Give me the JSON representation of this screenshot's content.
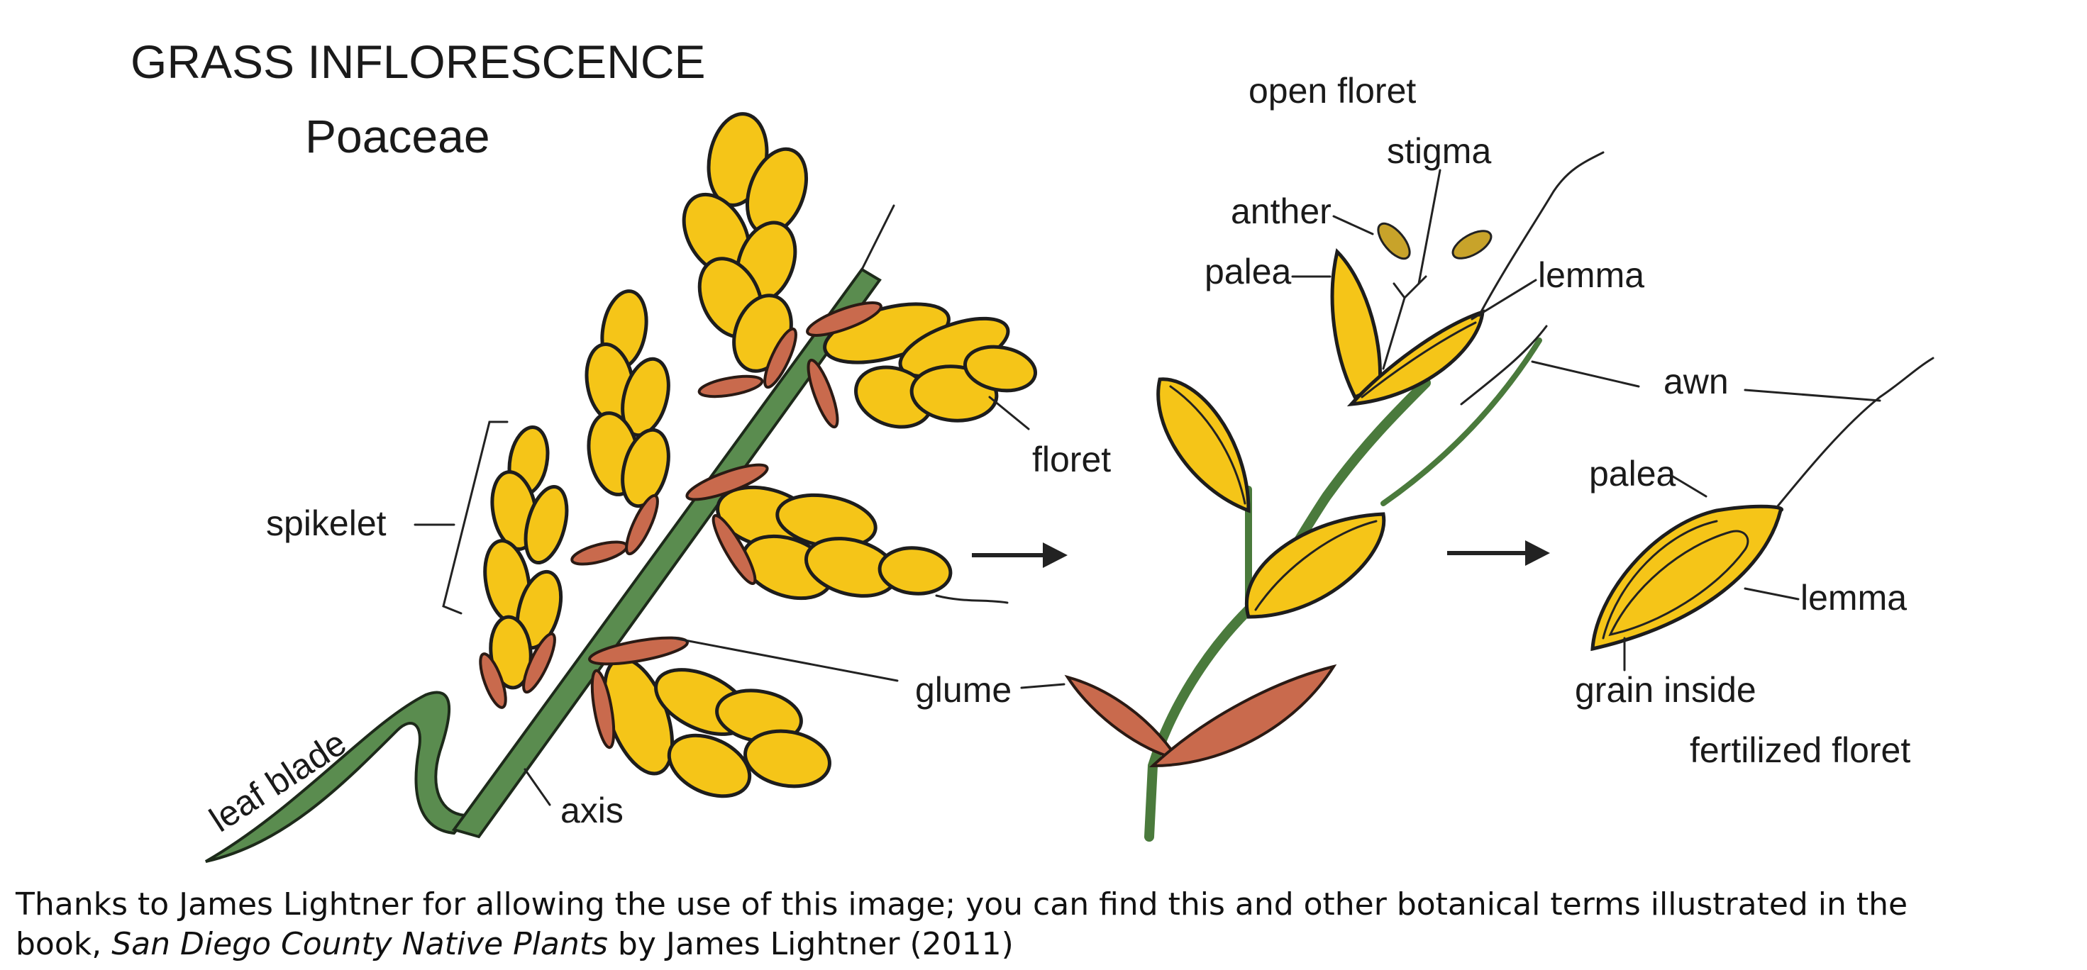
{
  "title": "GRASS INFLORESCENCE",
  "subtitle": "Poaceae",
  "labels": {
    "spikelet": "spikelet",
    "leaf_blade": "leaf blade",
    "axis": "axis",
    "floret": "floret",
    "glume": "glume",
    "open_floret": "open floret",
    "stigma": "stigma",
    "anther": "anther",
    "palea_open": "palea",
    "lemma_open": "lemma",
    "awn": "awn",
    "palea_fert": "palea",
    "lemma_fert": "lemma",
    "grain_inside": "grain inside",
    "fertilized_floret": "fertilized floret"
  },
  "caption": {
    "line1": "Thanks to James Lightner for allowing the use of this image; you can find this and other botanical terms illustrated in the",
    "line2_prefix": "book, ",
    "book_title": "San Diego County Native Plants",
    "line2_suffix": " by James Lightner (2011)"
  },
  "colors": {
    "spikelet_yellow": "#f5c518",
    "glume_red": "#c96a4d",
    "axis_green": "#5a8c4f",
    "ink": "#1a1a1a"
  }
}
